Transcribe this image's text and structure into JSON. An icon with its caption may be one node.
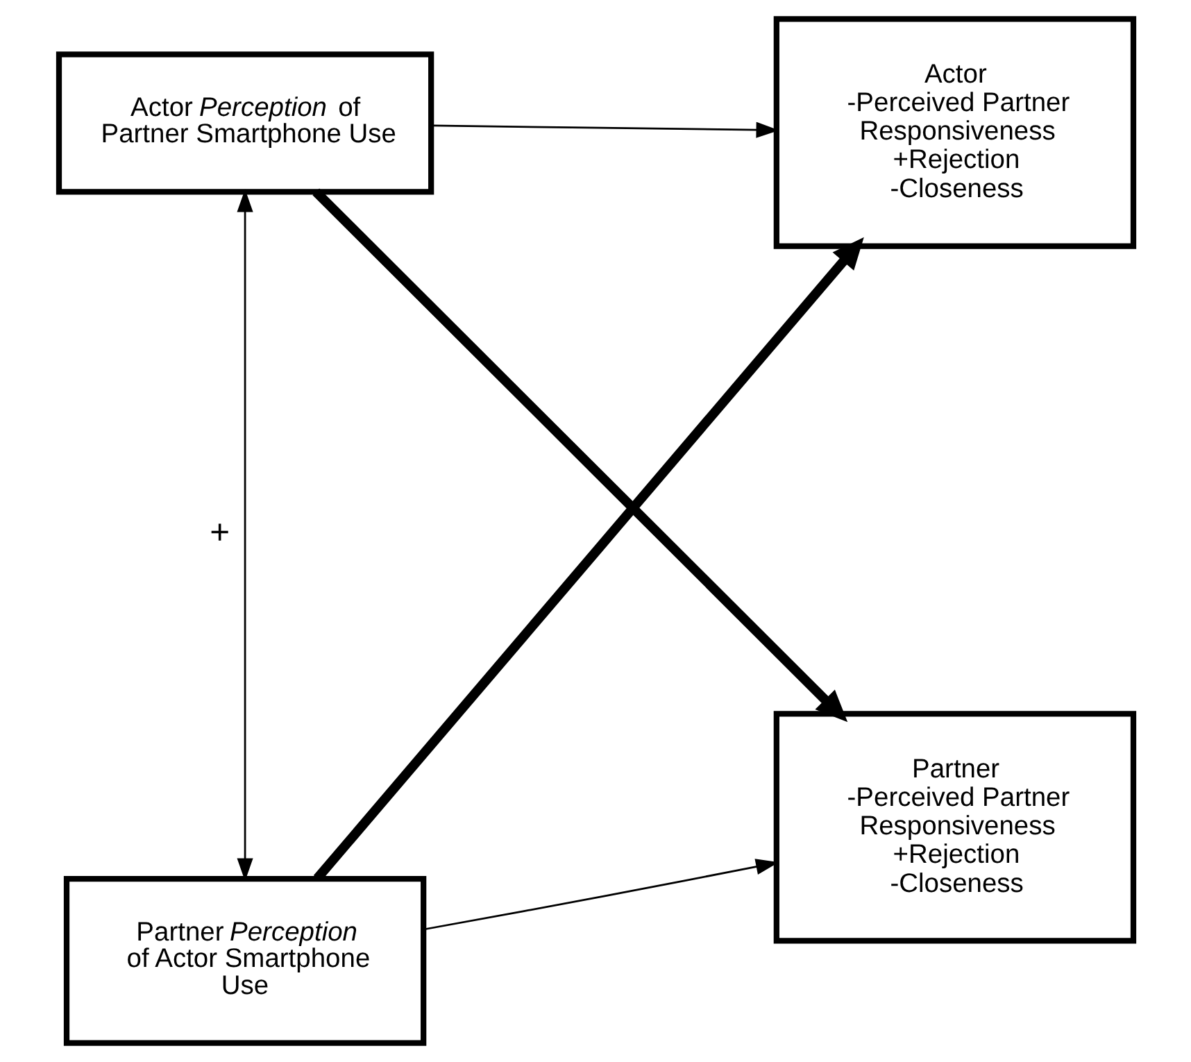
{
  "diagram": {
    "nodes": [
      {
        "text": [
          "Actor *Perception* of Partner Smartphone Use"
        ]
      },
      {
        "text": [
          "Actor",
          "-Perceived Partner Responsiveness",
          "+Rejection",
          "-Closeness"
        ]
      },
      {
        "text": [
          "Partner *Perception* of Actor Smartphone Use"
        ]
      },
      {
        "text": [
          "Partner",
          "-Perceived Partner Responsiveness",
          "+Rejection",
          "-Closeness"
        ]
      }
    ],
    "edges": [
      {
        "from": 0,
        "to": 1,
        "arrow": "to"
      },
      {
        "from": 0,
        "to": 3,
        "arrow": "to",
        "style": "thick"
      },
      {
        "from": 2,
        "to": 1,
        "arrow": "to",
        "style": "thick"
      },
      {
        "from": 2,
        "to": 3,
        "arrow": "to"
      },
      {
        "from": 0,
        "to": 2,
        "arrow": "both",
        "label": "+"
      }
    ]
  }
}
